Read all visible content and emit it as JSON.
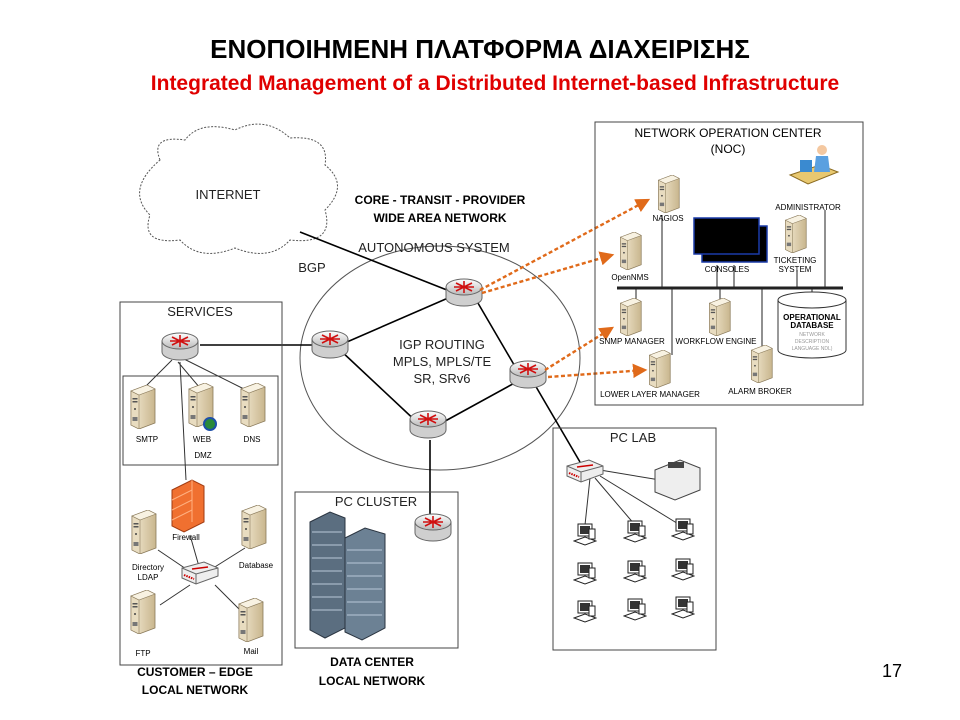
{
  "title": "ΕΝΟΠΟΙΗΜΕΝΗ ΠΛΑΤΦΟΡΜΑ ΔΙΑΧΕΙΡΙΣΗΣ",
  "subtitle": "Integrated Management of a Distributed Internet-based Infrastructure",
  "page_number": "17",
  "colors": {
    "subtitle": "#e00000",
    "monitoring_arrows": "#e06a1a",
    "firewall": "#f07030"
  },
  "internet": {
    "label": "INTERNET",
    "link_label": "BGP"
  },
  "core": {
    "title_line1": "CORE - TRANSIT - PROVIDER",
    "title_line2": "WIDE AREA NETWORK",
    "as_label": "AUTONOMOUS SYSTEM",
    "routing_line1": "IGP ROUTING",
    "routing_line2": "MPLS, MPLS/TE",
    "routing_line3": "SR, SRv6"
  },
  "services": {
    "title": "SERVICES",
    "dmz_label": "DMZ",
    "dmz_servers": [
      "SMTP",
      "WEB",
      "DNS"
    ],
    "firewall": "Firewall",
    "directory_line1": "Directory",
    "directory_line2": "LDAP",
    "database": "Database",
    "ftp": "FTP",
    "mail": "Mail",
    "footer_line1": "CUSTOMER – EDGE",
    "footer_line2": "LOCAL NETWORK"
  },
  "cluster": {
    "title": "PC CLUSTER",
    "footer_line1": "DATA CENTER",
    "footer_line2": "LOCAL NETWORK"
  },
  "pclab": {
    "title": "PC LAB"
  },
  "noc": {
    "title_line1": "NETWORK OPERATION CENTER",
    "title_line2": "(NOC)",
    "nagios": "NAGIOS",
    "opennms": "OpenNMS",
    "consoles": "CONSOLES",
    "administrator": "ADMINISTRATOR",
    "ticketing_line1": "TICKETING",
    "ticketing_line2": "SYSTEM",
    "snmp": "SNMP MANAGER",
    "workflow": "WORKFLOW ENGINE",
    "lower_layer": "LOWER LAYER MANAGER",
    "alarm": "ALARM BROKER",
    "db_line1": "OPERATIONAL",
    "db_line2": "DATABASE",
    "db_line3": "NETWORK",
    "db_line4": "DESCRIPTION",
    "db_line5": "LANGUAGE  NDL)"
  }
}
